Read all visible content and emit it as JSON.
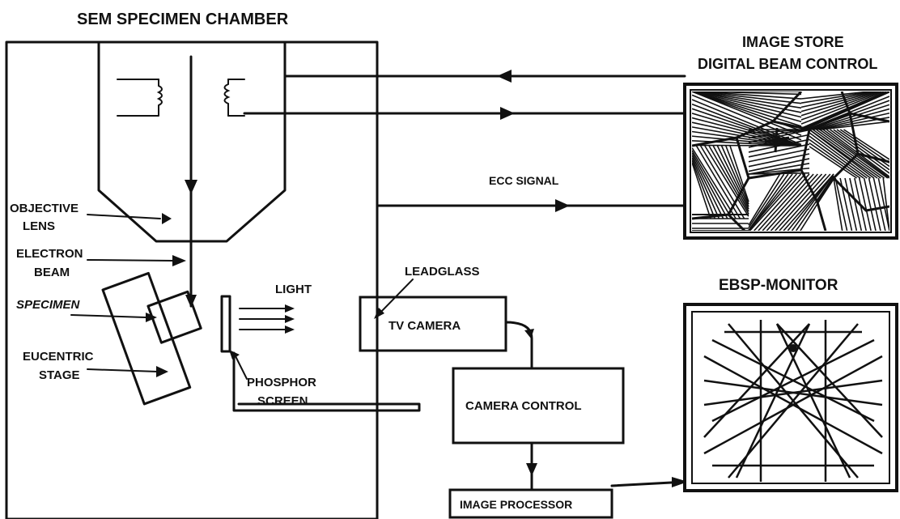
{
  "title": "SEM SPECIMEN CHAMBER",
  "labels": {
    "image_store_line1": "IMAGE STORE",
    "image_store_line2": "DIGITAL BEAM CONTROL",
    "ecc_signal": "ECC SIGNAL",
    "objective_lens_line1": "OBJECTIVE",
    "objective_lens_line2": "LENS",
    "electron_beam_line1": "ELECTRON",
    "electron_beam_line2": "BEAM",
    "specimen": "SPECIMEN",
    "eucentric_stage_line1": "EUCENTRIC",
    "eucentric_stage_line2": "STAGE",
    "light": "LIGHT",
    "phosphor_screen_line1": "PHOSPHOR",
    "phosphor_screen_line2": "SCREEN",
    "leadglass": "LEADGLASS",
    "tv_camera": "TV CAMERA",
    "camera_control": "CAMERA CONTROL",
    "image_processor": "IMAGE PROCESSOR",
    "ebsp_monitor": "EBSP-MONITOR"
  },
  "colors": {
    "ink": "#111111",
    "background": "#ffffff"
  }
}
